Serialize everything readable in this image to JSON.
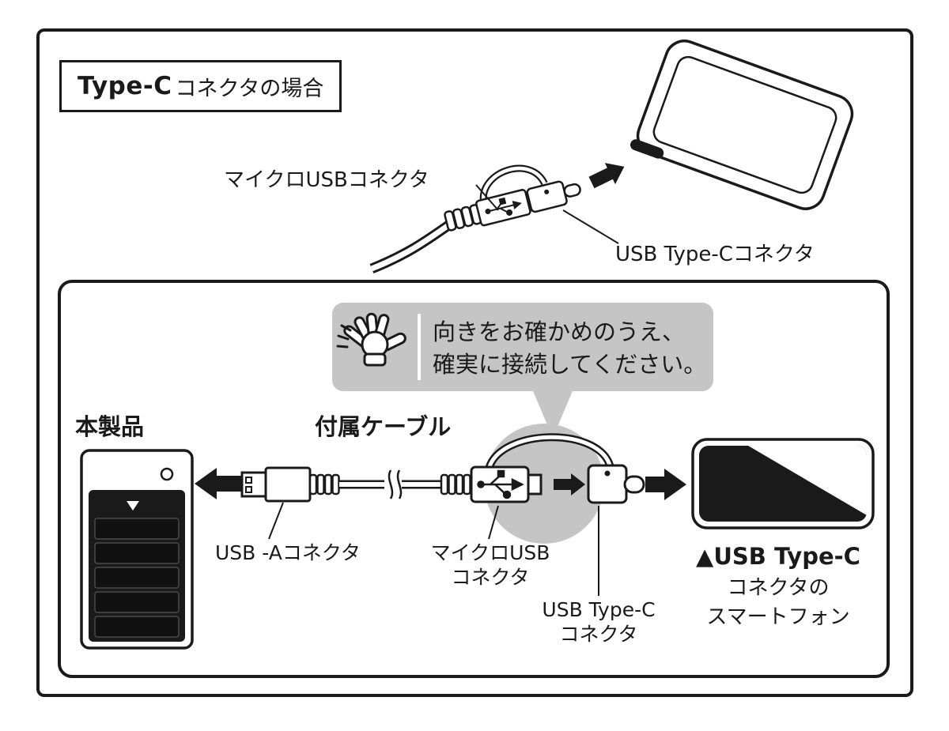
{
  "colors": {
    "ink": "#1a1a1a",
    "callout_gray": "#c5c5c5",
    "screen_black": "#1a1a1a",
    "white": "#ffffff"
  },
  "header": {
    "title_bold": "Type-C",
    "title_rest": "コネクタの場合"
  },
  "top": {
    "micro_usb_label": "マイクロUSBコネクタ",
    "type_c_label": "USB Type-Cコネクタ"
  },
  "callout": {
    "icon": "hand-icon",
    "line1": "向きをお確かめのうえ、",
    "line2": "確実に接続してください。"
  },
  "bottom": {
    "product_label": "本製品",
    "cable_label": "付属ケーブル",
    "usb_a_label": "USB -Aコネクタ",
    "micro_usb_line1": "マイクロUSB",
    "micro_usb_line2": "コネクタ",
    "type_c_line1": "USB Type-C",
    "type_c_line2": "コネクタ",
    "phone_line1": "▲USB Type-C",
    "phone_line2": "コネクタの",
    "phone_line3": "スマートフォン"
  }
}
